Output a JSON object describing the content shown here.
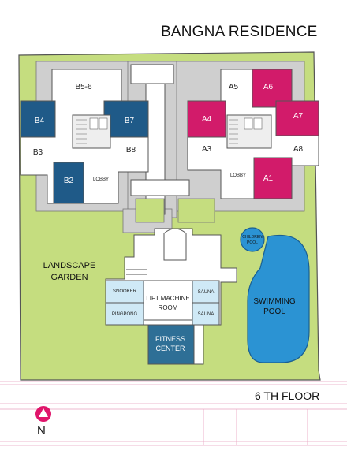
{
  "title": "BANGNA RESIDENCE",
  "floor_label": "6 TH FLOOR",
  "north_label": "N",
  "colors": {
    "garden": "#c5dd7f",
    "building_b_accent": "#1f5a88",
    "building_a_accent": "#d21b6a",
    "pool": "#2b93d3",
    "pool_outline": "#1a5f92",
    "fitness": "#2e6f96",
    "recreation": "#cfe9f6",
    "north_marker": "#e0156b",
    "wall": "#555555",
    "grid_line": "#e9a0bf"
  },
  "building_b": {
    "units": {
      "b56": "B5-6",
      "b4": "B4",
      "b7": "B7",
      "b3": "B3",
      "b8": "B8",
      "b2": "B2",
      "lobby": "LOBBY"
    }
  },
  "building_a": {
    "units": {
      "a5": "A5",
      "a6": "A6",
      "a4": "A4",
      "a7": "A7",
      "a3": "A3",
      "a8": "A8",
      "a1": "A1",
      "lobby": "LOBBY"
    }
  },
  "garden": {
    "line1": "LANDSCAPE",
    "line2": "GARDEN"
  },
  "facilities": {
    "snooker": "SNOOKER",
    "pingpong": "PINGPONG",
    "lift_line1": "LIFT MACHINE",
    "lift_line2": "ROOM",
    "sauna1": "SAUNA",
    "sauna2": "SAUNA",
    "fitness_line1": "FITNESS",
    "fitness_line2": "CENTER"
  },
  "pools": {
    "children_line1": "CHILDREN",
    "children_line2": "POOL",
    "swimming_line1": "SWIMMING",
    "swimming_line2": "POOL"
  }
}
